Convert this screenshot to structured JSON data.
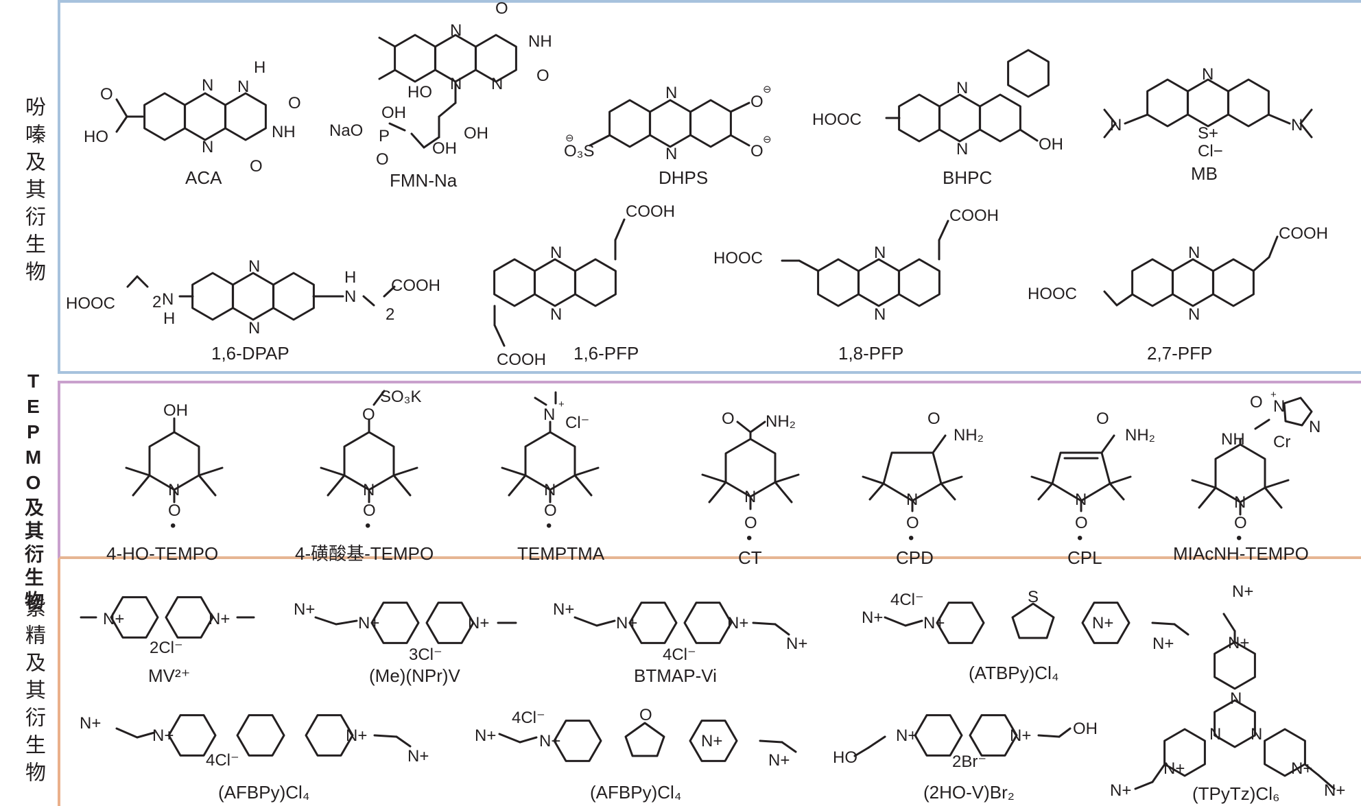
{
  "sections": {
    "phenazine": "吩嗪及其衍生物",
    "tempo": "TEPMO及其衍生物",
    "viologen": "紫精及其衍生物"
  },
  "compounds": {
    "aca": "ACA",
    "fmn": "FMN-Na",
    "dhps": "DHPS",
    "bhpc": "BHPC",
    "mb": "MB",
    "dpap": "1,6-DPAP",
    "pfp16": "1,6-PFP",
    "pfp18": "1,8-PFP",
    "pfp27": "2,7-PFP",
    "hotempo": "4-HO-TEMPO",
    "sulfotempo": "4-磺酸基-TEMPO",
    "temptma": "TEMPTMA",
    "ct": "CT",
    "cpd": "CPD",
    "cpl": "CPL",
    "miacnh": "MIAcNH-TEMPO",
    "mv": "MV²⁺",
    "menpr": "(Me)(NPr)V",
    "btmap": "BTMAP-Vi",
    "atbpy": "(ATBPy)Cl₄",
    "afbpy1": "(AFBPy)Cl₄",
    "afbpy2": "(AFBPy)Cl₄",
    "ho2v": "(2HO-V)Br₂",
    "tpytz": "(TPyTz)Cl₆"
  },
  "atoms": {
    "N": "N",
    "H": "H",
    "O": "O",
    "S": "S",
    "OH": "OH",
    "NH": "NH",
    "NH2": "NH₂",
    "HO": "HO",
    "HOOC": "HOOC",
    "COOH": "COOH",
    "Na": "NaO",
    "P": "P",
    "O3S": "O₃S",
    "Splus": "S+",
    "Cl": "Cl−",
    "SO3K": "SO₃K",
    "Nplus": "N+",
    "Clminus": "Cl⁻",
    "twoCl": "2Cl⁻",
    "threeCl": "3Cl⁻",
    "fourCl": "4Cl⁻",
    "twoBr": "2Br⁻",
    "Cr": "Cr",
    "two": "2",
    "plus": "+",
    "dot": "•",
    "minus": "⊖"
  }
}
